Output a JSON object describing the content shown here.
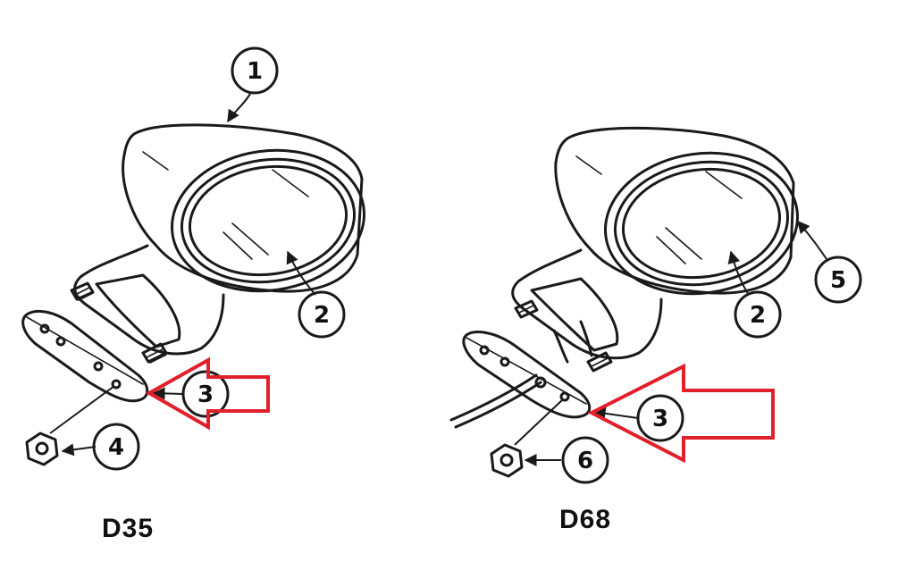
{
  "colors": {
    "ink": "#1a1a1a",
    "highlight_arrow": "#e0202a",
    "background": "#ffffff"
  },
  "models": [
    {
      "label": "D35",
      "callouts": [
        "1",
        "2",
        "3",
        "4"
      ]
    },
    {
      "label": "D68",
      "callouts": [
        "2",
        "5",
        "3",
        "6"
      ]
    }
  ]
}
